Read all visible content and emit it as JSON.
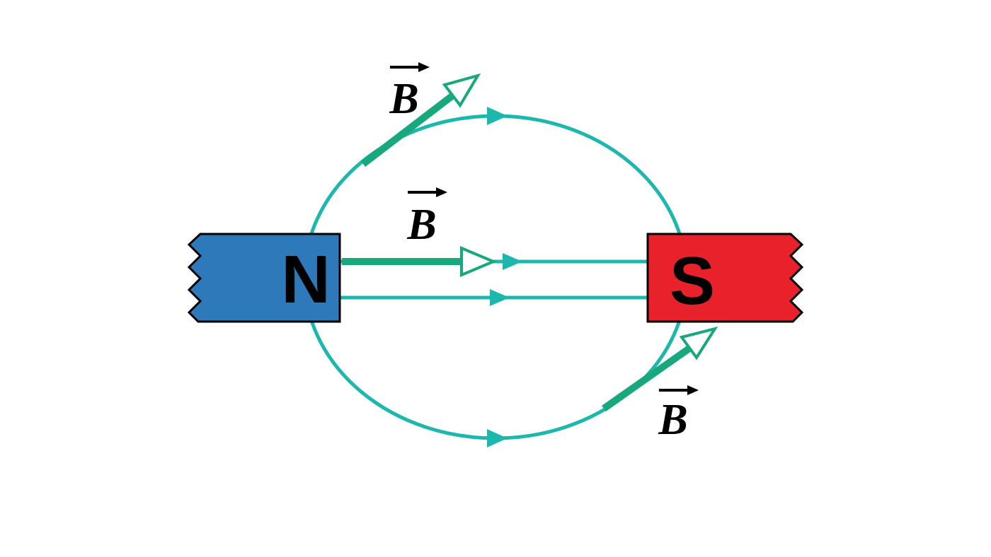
{
  "diagram": {
    "poles": {
      "north": {
        "label": "N"
      },
      "south": {
        "label": "S"
      }
    },
    "vector_labels": {
      "top": "B",
      "middle": "B",
      "bottom": "B"
    },
    "colors": {
      "north_pole_fill": "#2e79ba",
      "south_pole_fill": "#e8212b",
      "pole_outline": "#000000",
      "field_line": "#1cb8ae",
      "field_vector": "#18a87e",
      "arrowhead_open_fill": "#ffffff",
      "label_text": "#000000",
      "background": "#ffffff"
    }
  }
}
